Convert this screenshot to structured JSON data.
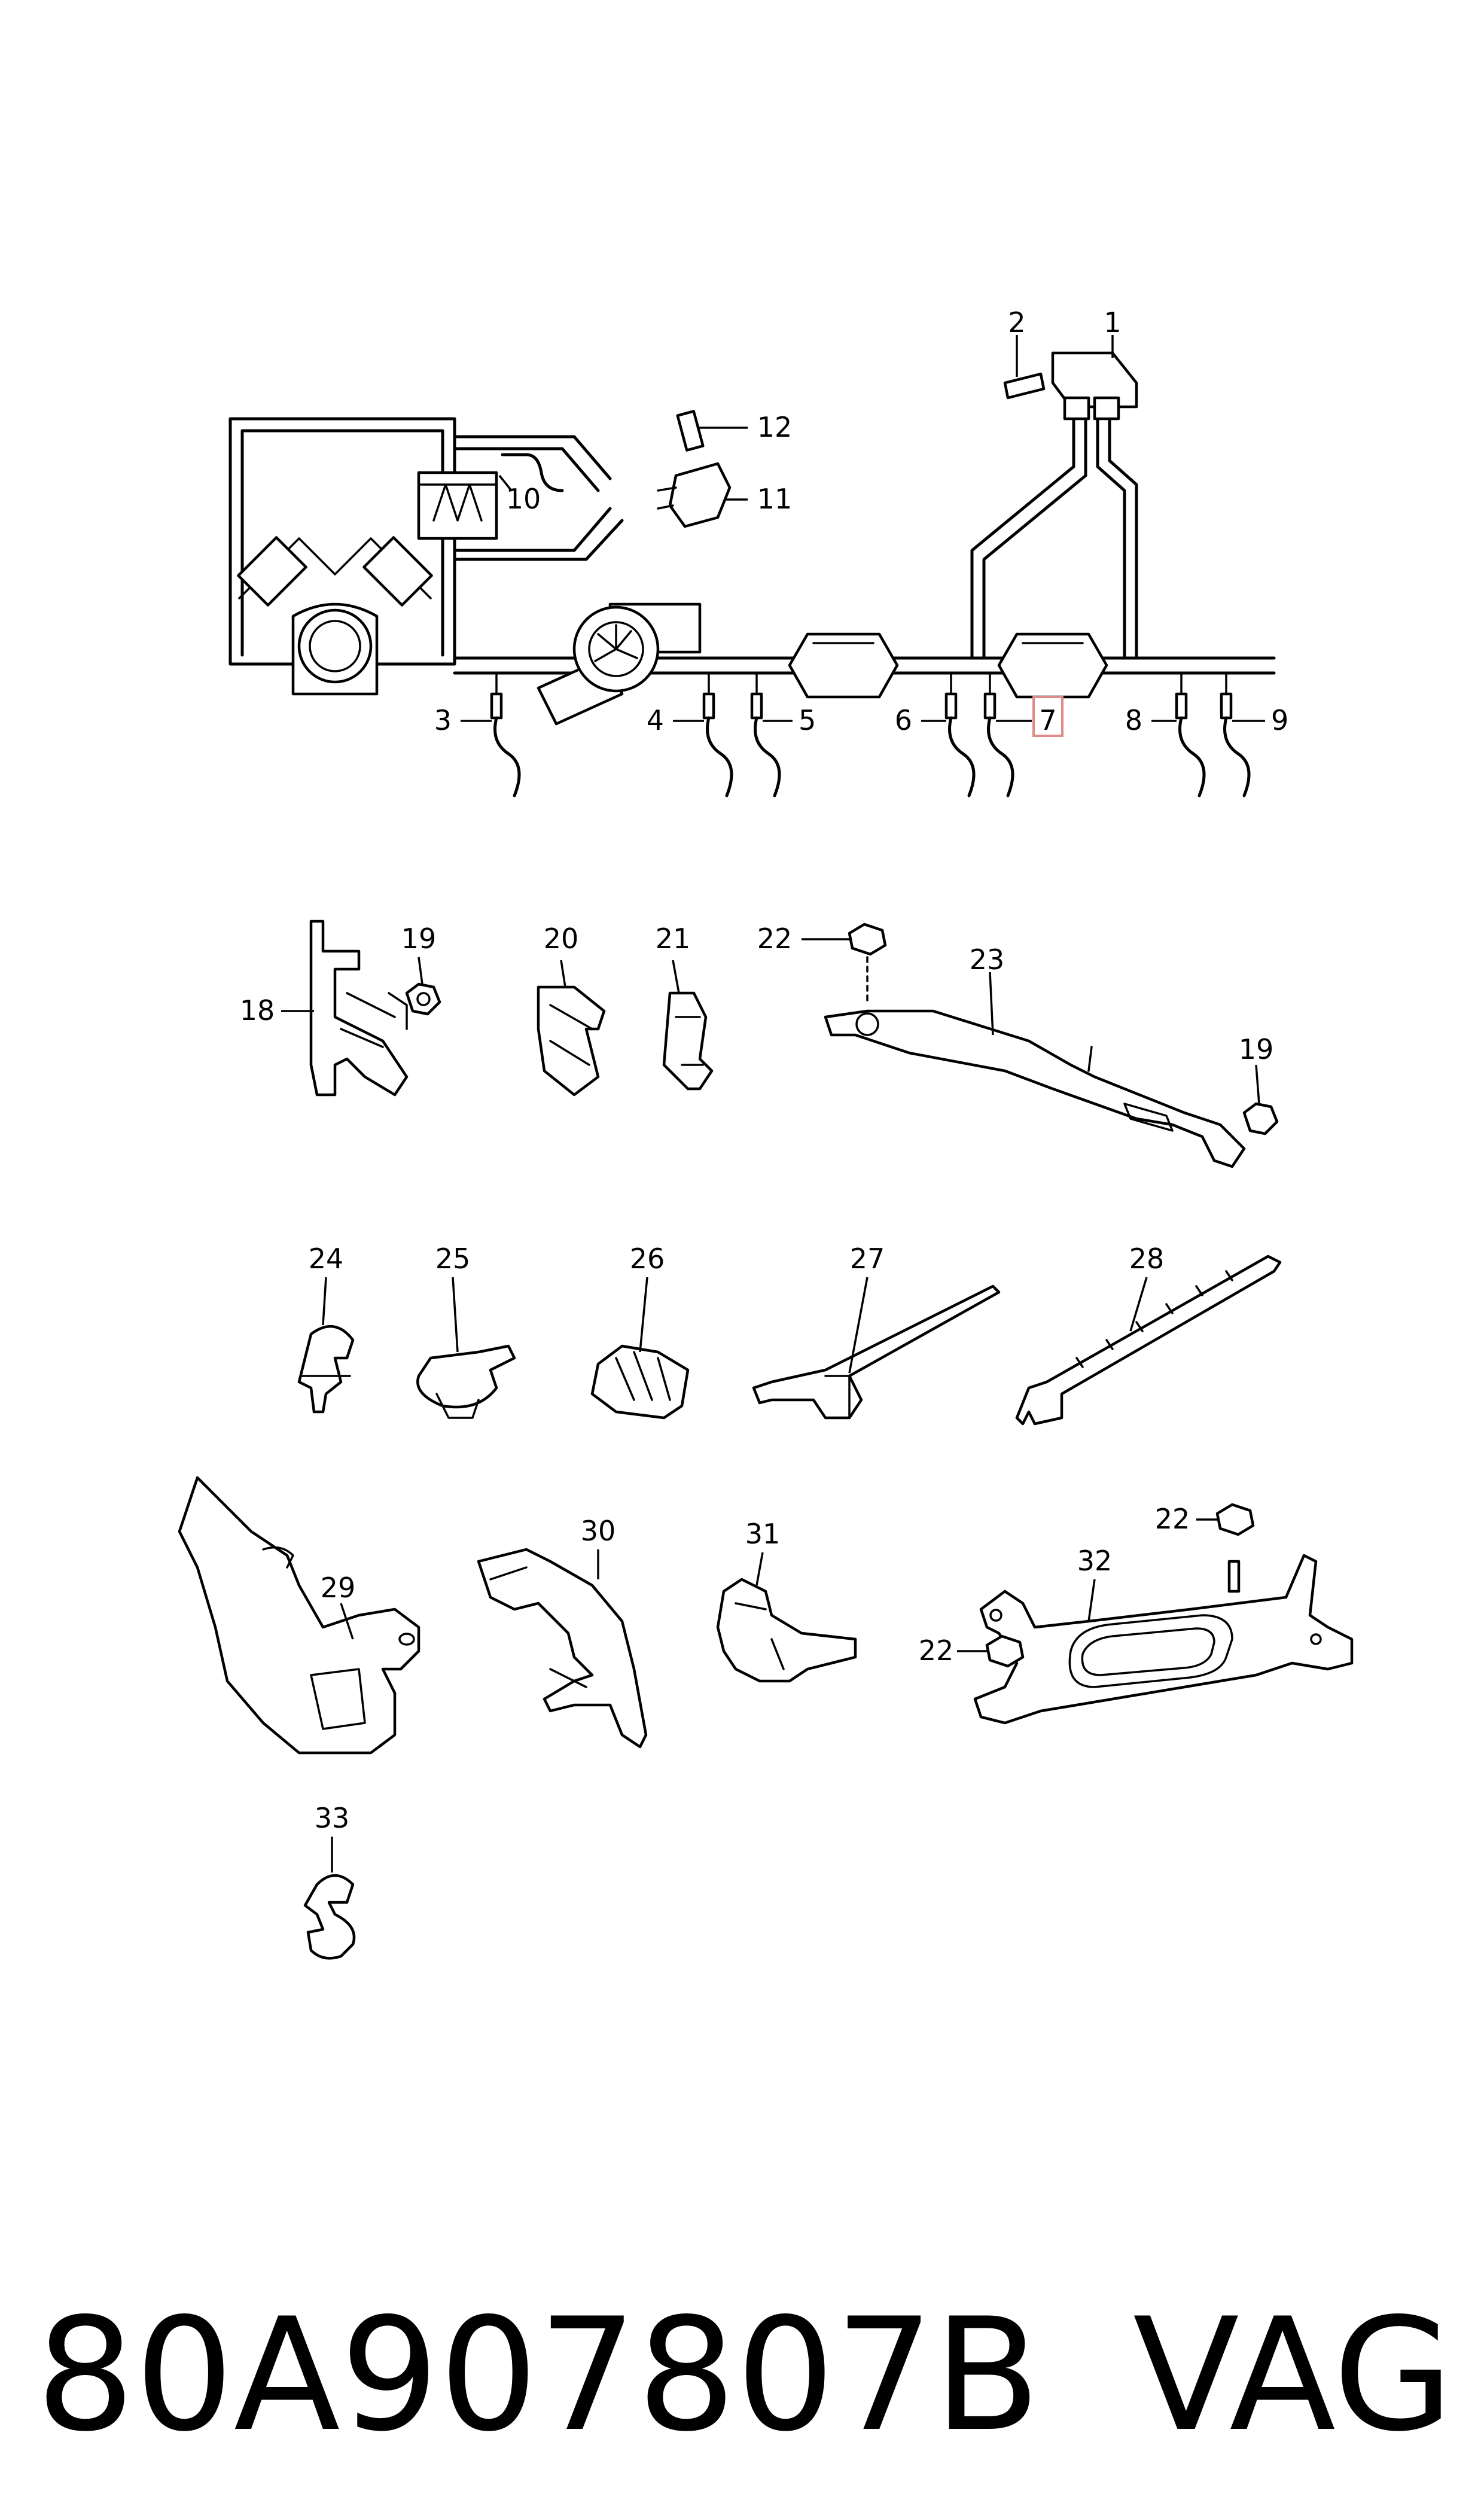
{
  "part_number": "80A907807B",
  "brand": "VAG",
  "callouts": [
    "1",
    "2",
    "3",
    "4",
    "5",
    "6",
    "7",
    "8",
    "9",
    "10",
    "11",
    "12",
    "18",
    "19",
    "20",
    "21",
    "22",
    "23",
    "24",
    "25",
    "26",
    "27",
    "28",
    "29",
    "30",
    "31",
    "32",
    "33"
  ],
  "highlighted_callout": "7",
  "colors": {
    "line": "#000000",
    "background": "#ffffff",
    "highlight": "#e08a8a"
  }
}
